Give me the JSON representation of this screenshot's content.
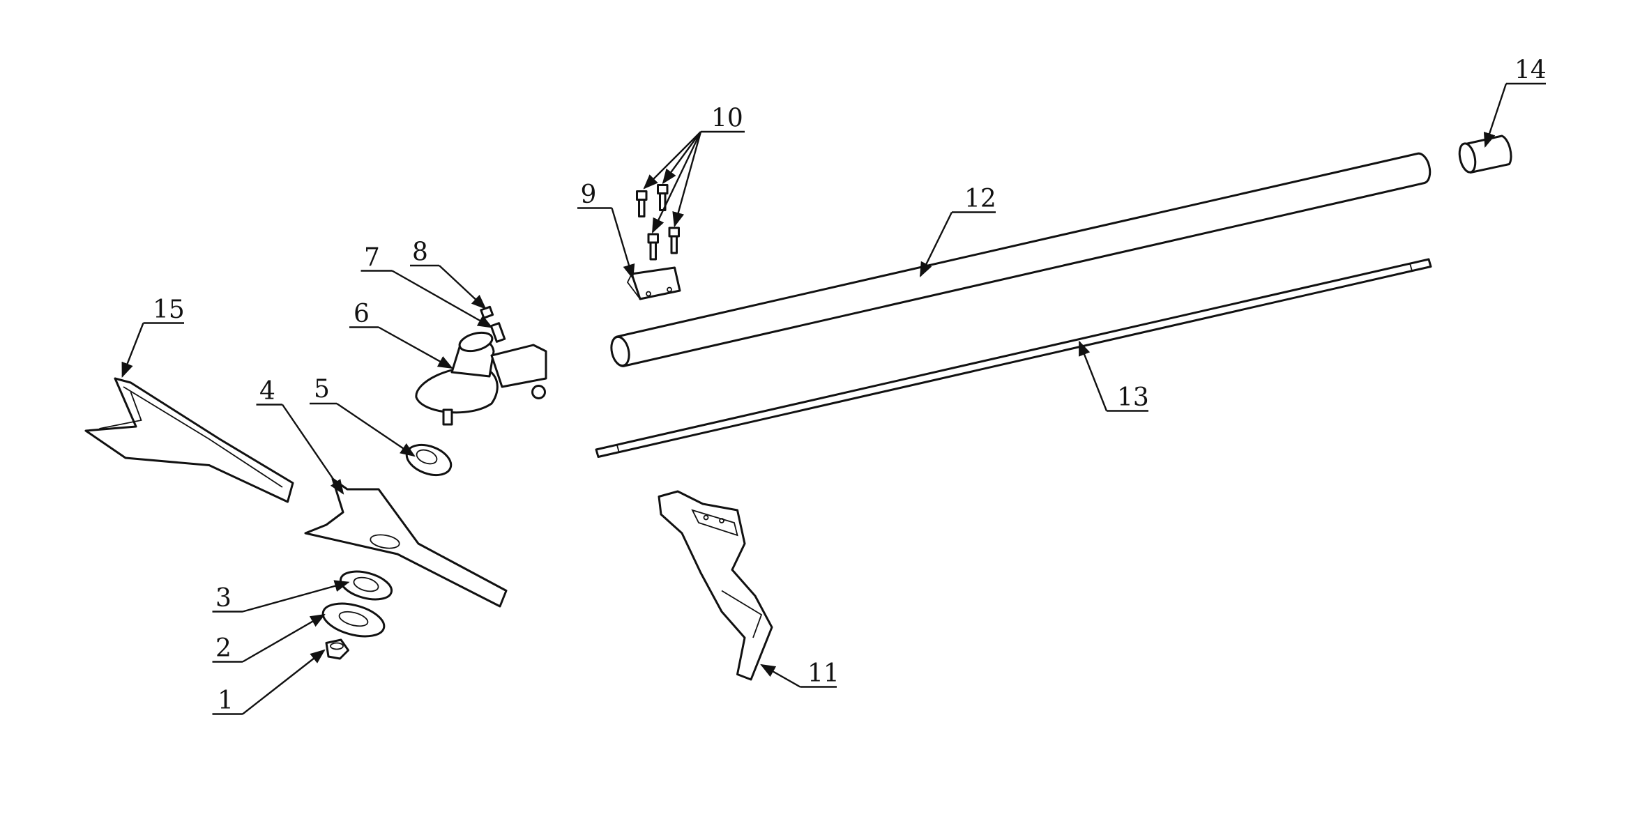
{
  "diagram": {
    "type": "exploded-parts-view",
    "callouts": [
      {
        "id": "1"
      },
      {
        "id": "2"
      },
      {
        "id": "3"
      },
      {
        "id": "4"
      },
      {
        "id": "5"
      },
      {
        "id": "6"
      },
      {
        "id": "7"
      },
      {
        "id": "8"
      },
      {
        "id": "9"
      },
      {
        "id": "10"
      },
      {
        "id": "11"
      },
      {
        "id": "12"
      },
      {
        "id": "13"
      },
      {
        "id": "14"
      },
      {
        "id": "15"
      }
    ]
  }
}
